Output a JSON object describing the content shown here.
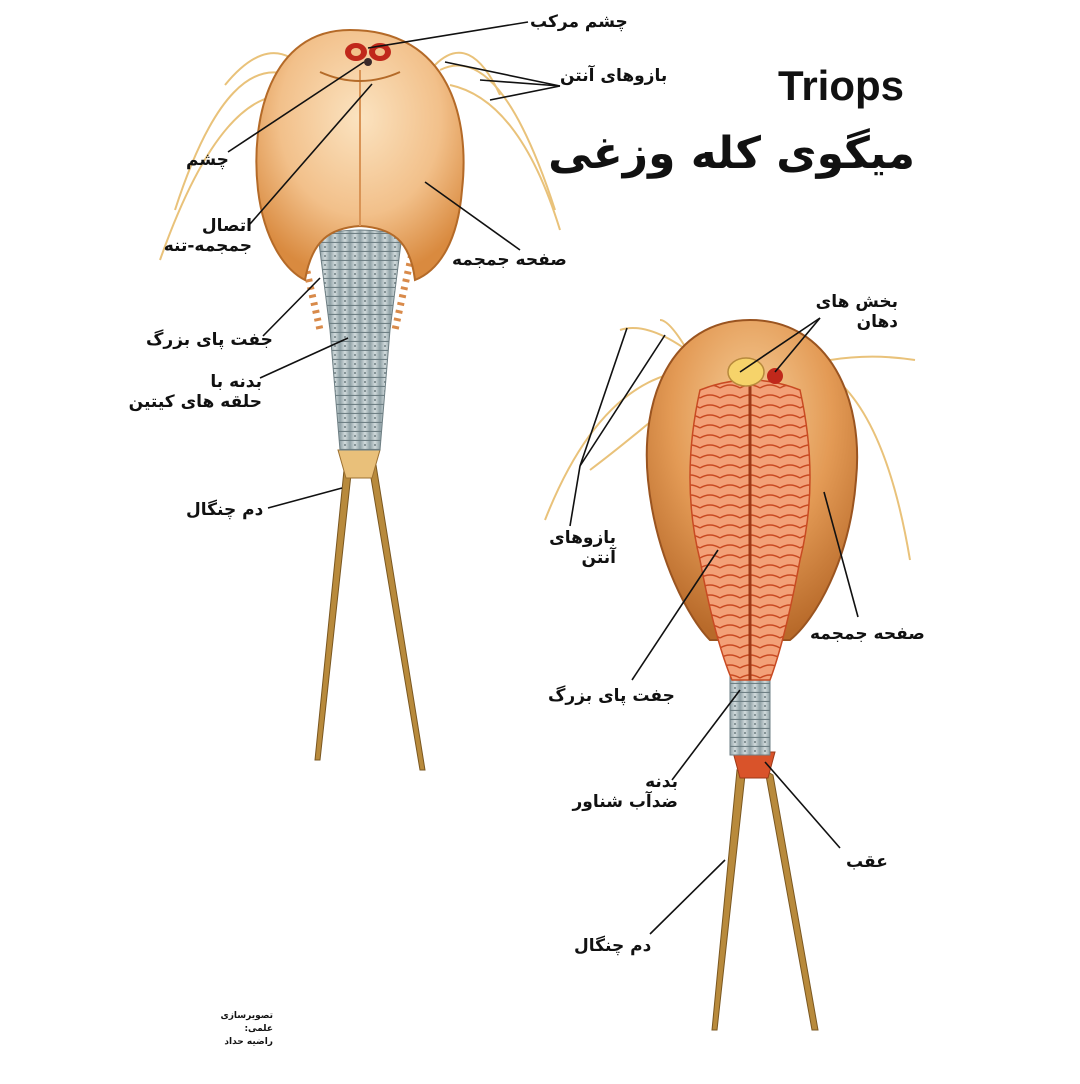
{
  "title": {
    "latin": "Triops",
    "persian": "میگوی کله وزغی"
  },
  "dorsal_view": {
    "labels": {
      "compound_eye": "چشم مرکب",
      "antennae": "بازوهای آنتن",
      "eye": "چشم",
      "head_body_joint": [
        "اتصال",
        "جمجمه-تنه"
      ],
      "carapace": "صفحه جمجمه",
      "large_legs": "جفت پای بزرگ",
      "chitin_ring_body": [
        "بدنه با",
        "حلقه های کیتین"
      ],
      "fork_tail": "دم چنگال"
    }
  },
  "ventral_view": {
    "labels": {
      "mouthparts": [
        "بخش های",
        "دهان"
      ],
      "antennae": [
        "بازوهای",
        "آنتن"
      ],
      "carapace": "صفحه جمجمه",
      "large_legs": "جفت پای بزرگ",
      "buoyant_body": [
        "بدنه",
        "ضدآب شناور"
      ],
      "rear": "عقب",
      "fork_tail": "دم چنگال"
    }
  },
  "credit": {
    "line1": "تصویرسازی علمی:",
    "line2": "راضیه حداد"
  },
  "colors": {
    "shell_light": "#f7d3a0",
    "shell_mid": "#eeb26f",
    "shell_dark": "#c2762f",
    "body_rings": "#aab9bd",
    "legs_red": "#e8663a",
    "tail": "#b88a3c",
    "eye_red": "#c0281b",
    "leader_line": "#111111"
  }
}
